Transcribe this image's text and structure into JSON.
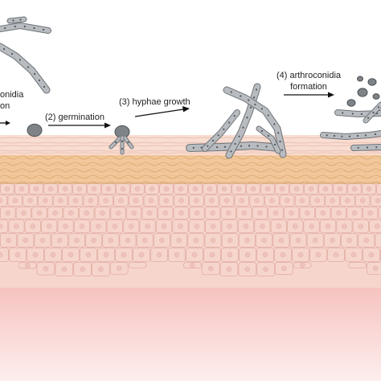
{
  "stages": {
    "step1": {
      "line1": "onidia",
      "line2": "on"
    },
    "step2": {
      "label": "(2) germination"
    },
    "step3": {
      "label": "(3) hyphae growth"
    },
    "step4": {
      "line1": "(4) arthroconidia",
      "line2": "formation"
    }
  },
  "colors": {
    "background": "#ffffff",
    "stratum_corneum": "#f8ddd2",
    "granular_layer": "#f2c89b",
    "epidermis": "#f6d5cc",
    "cell_outline": "#e2aea5",
    "nucleus": "#eec3bb",
    "dermis_top": "#f4b8b4",
    "dermis_bottom": "#fdeeed",
    "fungus_fill": "#b8bcc0",
    "fungus_outline": "#6f7478",
    "fungus_dark": "#7e8387",
    "arrow": "#111111"
  },
  "icons": {
    "conidium": "spore",
    "hypha": "segmented-filament"
  }
}
